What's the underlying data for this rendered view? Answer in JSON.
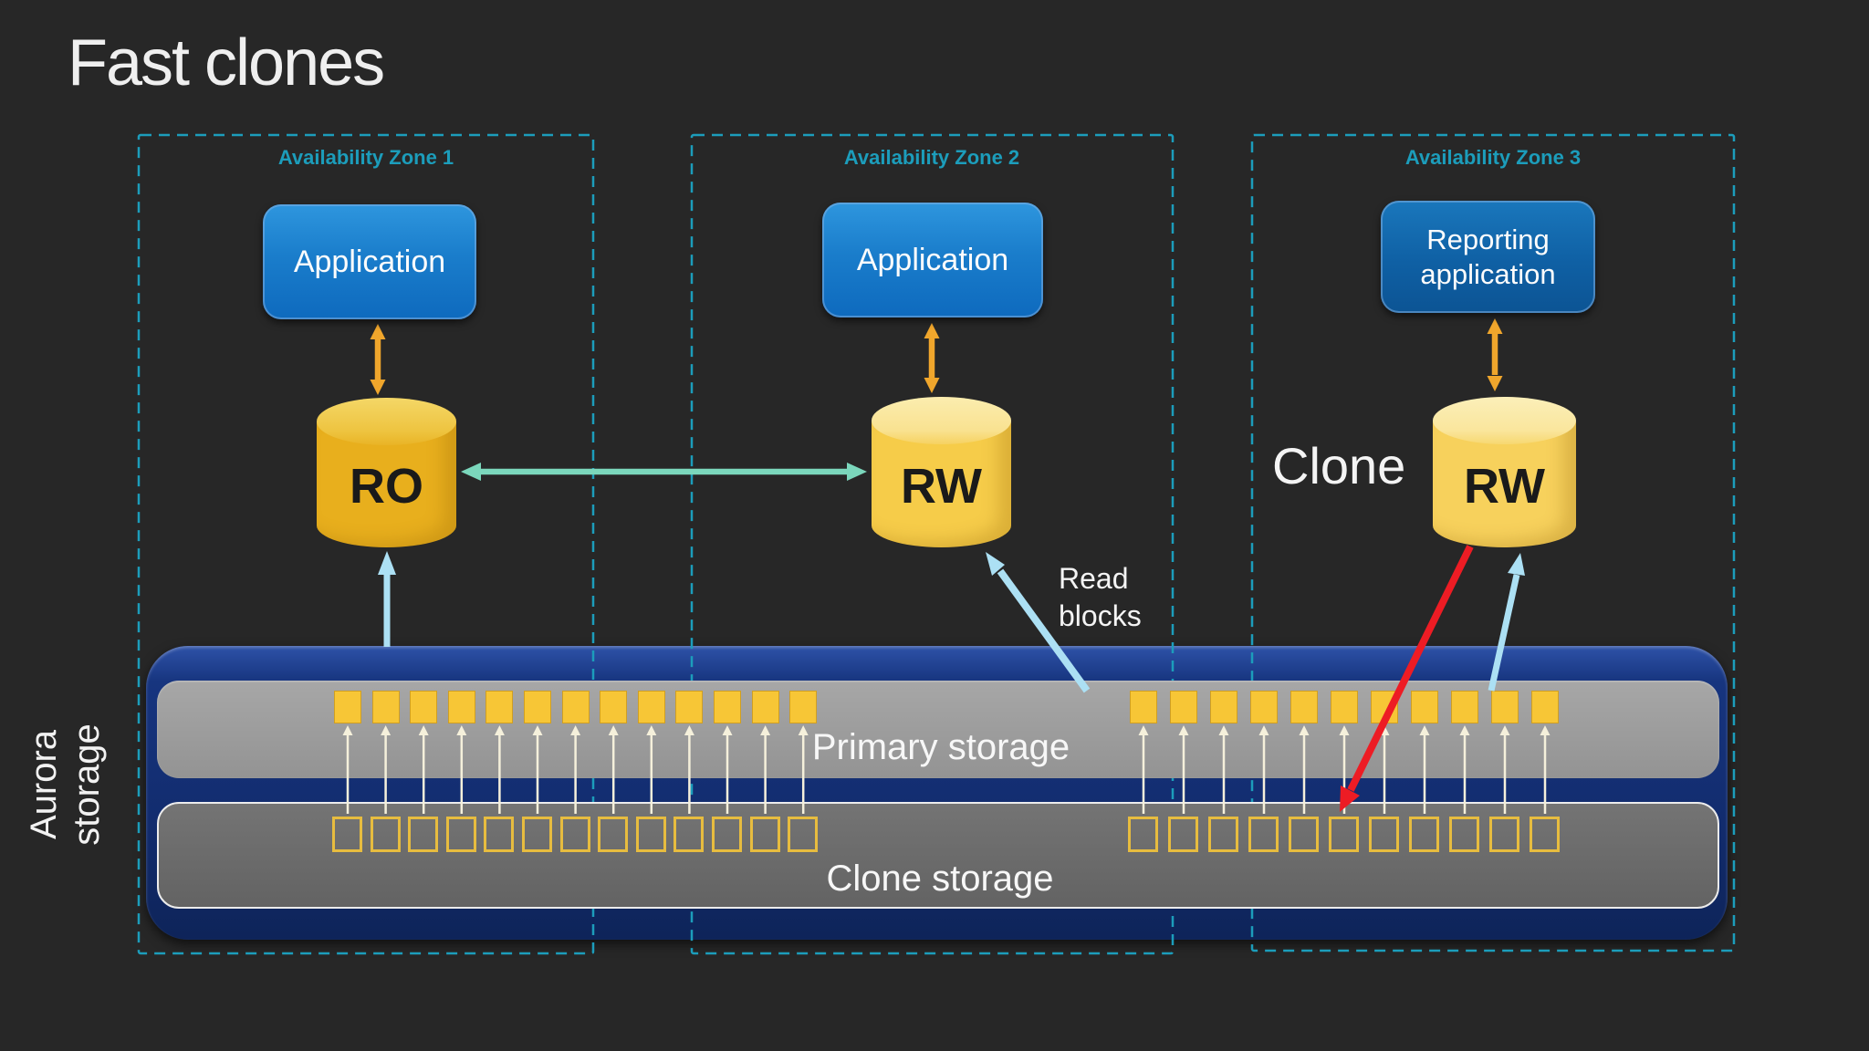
{
  "title": "Fast clones",
  "zones": [
    {
      "label": "Availability Zone 1",
      "app": "Application",
      "db": "RO"
    },
    {
      "label": "Availability Zone 2",
      "app": "Application",
      "db": "RW"
    },
    {
      "label": "Availability Zone 3",
      "app": "Reporting application",
      "db": "RW"
    }
  ],
  "annotations": {
    "clone": "Clone",
    "read_blocks": "Read blocks"
  },
  "storage": {
    "side_label": "Aurora storage",
    "primary_label": "Primary storage",
    "clone_label": "Clone storage",
    "block_groups": [
      {
        "name": "left",
        "count": 13
      },
      {
        "name": "right",
        "count": 11
      }
    ]
  },
  "colors": {
    "background": "#272727",
    "accent_teal": "#1C9DBB",
    "app_blue": "#1581D0",
    "reporting_blue": "#0F60A4",
    "db_yellow": "#F2C135",
    "arrow_orange": "#F0A62C",
    "arrow_green": "#7BD7BC",
    "arrow_light_blue": "#ACE0F4",
    "arrow_red": "#ED1C24",
    "storage_navy": "#16347E",
    "primary_gray": "#9C9C9C",
    "clone_gray": "#6B6B6B",
    "block_yellow": "#F7C636",
    "block_outline_yellow": "#E7BC3F",
    "connector_cream": "#F5F0DB"
  }
}
